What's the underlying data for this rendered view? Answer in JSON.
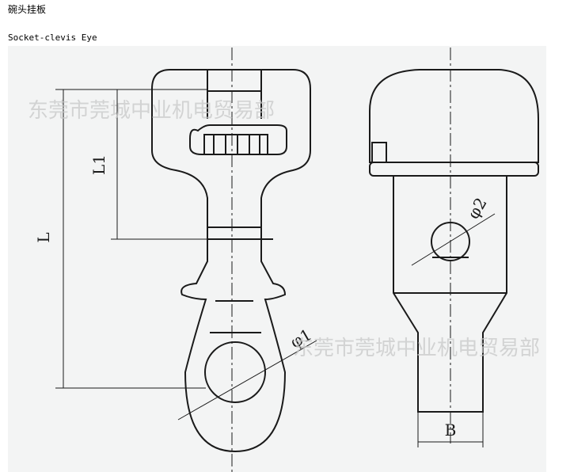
{
  "page": {
    "title": "碗头挂板",
    "subtitle": "Socket-clevis Eye"
  },
  "drawing": {
    "labels": {
      "L": "L",
      "L1": "L1",
      "phi1": "φ1",
      "phi2": "φ2",
      "B": "B"
    },
    "watermark": "东莞市莞城中业机电贸易部",
    "background_color": "#f3f4f4",
    "line_color": "#1a1a1a"
  }
}
